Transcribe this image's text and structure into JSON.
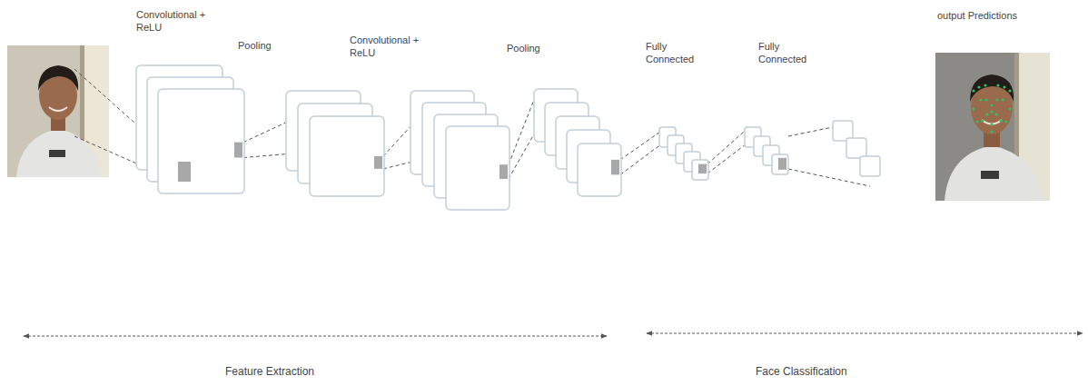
{
  "diagram": {
    "nodes": [
      {
        "text": [
          "Convolutional + ReLU"
        ]
      },
      {
        "text": [
          "Pooling"
        ]
      },
      {
        "text": [
          "Convolutional + ReLU"
        ]
      },
      {
        "text": [
          "Pooling"
        ]
      },
      {
        "text": [
          "Fully Connected"
        ]
      },
      {
        "text": [
          "Fully Connected"
        ]
      },
      {
        "text": [
          "output Predictions"
        ]
      }
    ],
    "edges": [
      {
        "from": 0,
        "to": 1,
        "arrow": "none"
      },
      {
        "from": 1,
        "to": 2,
        "arrow": "none"
      },
      {
        "from": 2,
        "to": 3,
        "arrow": "none"
      },
      {
        "from": 3,
        "to": 4,
        "arrow": "none"
      },
      {
        "from": 4,
        "to": 5,
        "arrow": "none"
      }
    ],
    "labels": [
      "Feature Extraction",
      "Face Classification"
    ]
  }
}
